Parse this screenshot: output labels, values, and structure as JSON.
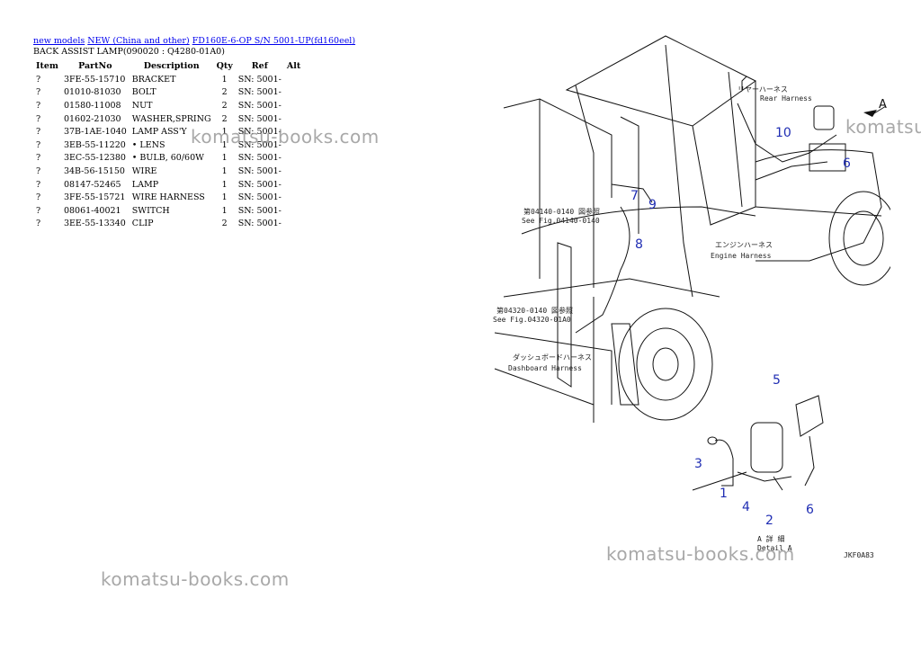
{
  "breadcrumb": {
    "link1": "new models",
    "link2": "NEW (China and other)",
    "link3": "FD160E-6-OP S/N 5001-UP(fd160eel)"
  },
  "page_title": "BACK ASSIST LAMP(090020 : Q4280-01A0)",
  "table": {
    "headers": [
      "Item",
      "PartNo",
      "Description",
      "Qty",
      "Ref",
      "Alt"
    ],
    "rows": [
      {
        "item": "?",
        "partno": "3FE-55-15710",
        "desc": "BRACKET",
        "qty": "1",
        "ref": "SN: 5001-",
        "alt": ""
      },
      {
        "item": "?",
        "partno": "01010-81030",
        "desc": "BOLT",
        "qty": "2",
        "ref": "SN: 5001-",
        "alt": ""
      },
      {
        "item": "?",
        "partno": "01580-11008",
        "desc": "NUT",
        "qty": "2",
        "ref": "SN: 5001-",
        "alt": ""
      },
      {
        "item": "?",
        "partno": "01602-21030",
        "desc": "WASHER,SPRING",
        "qty": "2",
        "ref": "SN: 5001-",
        "alt": ""
      },
      {
        "item": "?",
        "partno": "37B-1AE-1040",
        "desc": "LAMP ASS'Y",
        "qty": "1",
        "ref": "SN: 5001-",
        "alt": ""
      },
      {
        "item": "?",
        "partno": "3EB-55-11220",
        "desc": "• LENS",
        "qty": "1",
        "ref": "SN: 5001-",
        "alt": ""
      },
      {
        "item": "?",
        "partno": "3EC-55-12380",
        "desc": "• BULB, 60/60W",
        "qty": "1",
        "ref": "SN: 5001-",
        "alt": ""
      },
      {
        "item": "?",
        "partno": "34B-56-15150",
        "desc": "WIRE",
        "qty": "1",
        "ref": "SN: 5001-",
        "alt": ""
      },
      {
        "item": "?",
        "partno": "08147-52465",
        "desc": "LAMP",
        "qty": "1",
        "ref": "SN: 5001-",
        "alt": ""
      },
      {
        "item": "?",
        "partno": "3FE-55-15721",
        "desc": "WIRE HARNESS",
        "qty": "1",
        "ref": "SN: 5001-",
        "alt": ""
      },
      {
        "item": "?",
        "partno": "08061-40021",
        "desc": "SWITCH",
        "qty": "1",
        "ref": "SN: 5001-",
        "alt": ""
      },
      {
        "item": "?",
        "partno": "3EE-55-13340",
        "desc": "CLIP",
        "qty": "2",
        "ref": "SN: 5001-",
        "alt": ""
      }
    ]
  },
  "watermark": "komatsu-books.com",
  "diagram": {
    "callouts": [
      "1",
      "2",
      "3",
      "4",
      "5",
      "6",
      "7",
      "8",
      "9",
      "10"
    ],
    "labels": {
      "rear_harness_jp": "リヤーハーネス",
      "rear_harness": "Rear Harness",
      "engine_harness_jp": "エンジンハーネス",
      "engine_harness": "Engine Harness",
      "dashboard_harness_jp": "ダッシュボードハーネス",
      "dashboard_harness": "Dashboard Harness",
      "see_fig1_jp": "第04140-0140 図参照",
      "see_fig1": "See Fig.04140-0140",
      "see_fig2_jp": "第04320-0140 図参照",
      "see_fig2": "See Fig.04320-01A0",
      "view_a": "A",
      "detail_a_jp": "A 詳 細",
      "detail_a": "Detail A",
      "fig_code": "JKF0A83"
    }
  }
}
